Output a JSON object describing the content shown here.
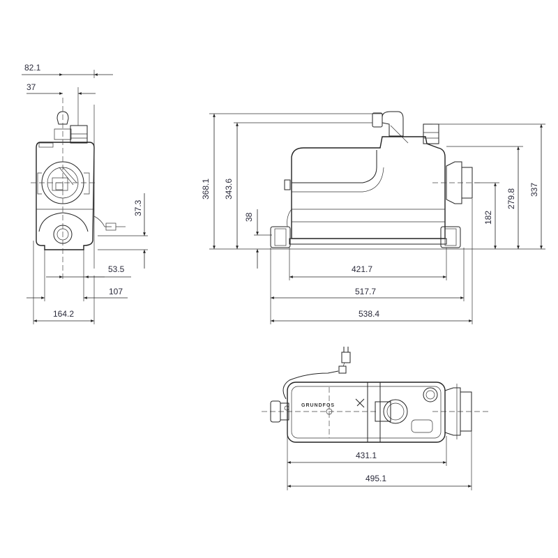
{
  "title": "Pump dimensional drawing",
  "side_view": {
    "dims": {
      "width_top": "82.1",
      "offset_top": "37",
      "outlet_height": "37.3",
      "base_half": "53.5",
      "base_width": "107",
      "overall_width": "164.2"
    }
  },
  "front_view": {
    "dims": {
      "overall_height": "368.1",
      "outlet_height": "343.6",
      "inlet_height": "38",
      "side_inlet_height": "182",
      "body_height": "279.8",
      "top_height": "337",
      "body_length": "421.7",
      "inlet_span": "517.7",
      "overall_length": "538.4"
    }
  },
  "top_view": {
    "logo_text": "GRUNDFOS",
    "dims": {
      "body_length": "431.1",
      "overall_length": "495.1"
    }
  }
}
